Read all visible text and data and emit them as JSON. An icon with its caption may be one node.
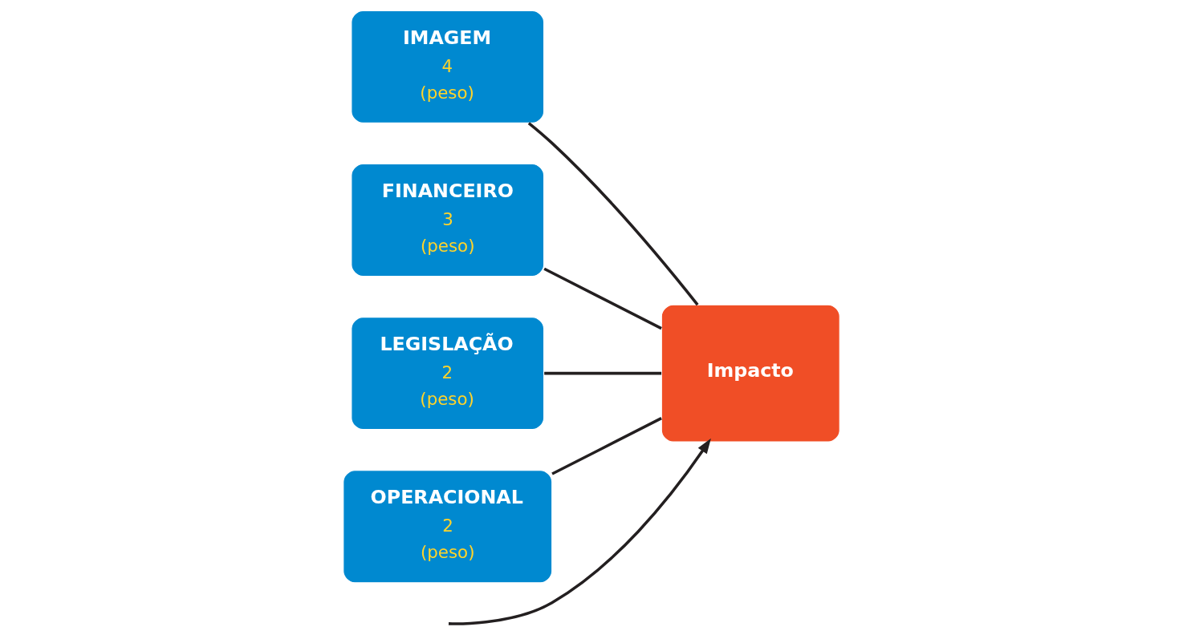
{
  "diagram": {
    "nodes": [
      {
        "text": [
          "IMAGEM",
          "4",
          "(peso)"
        ]
      },
      {
        "text": [
          "FINANCEIRO",
          "3",
          "(peso)"
        ]
      },
      {
        "text": [
          "LEGISLAÇÃO",
          "2",
          "(peso)"
        ]
      },
      {
        "text": [
          "OPERACIONAL",
          "2",
          "(peso)"
        ]
      },
      {
        "text": [
          "Impacto"
        ]
      }
    ],
    "edges": [
      {
        "from": null,
        "to": 4,
        "arrow": "to"
      },
      {
        "from": 0,
        "to": 4,
        "arrow": "none"
      },
      {
        "from": 1,
        "to": 4,
        "arrow": "none"
      },
      {
        "from": 2,
        "to": 4,
        "arrow": "none"
      },
      {
        "from": 3,
        "to": 4,
        "arrow": "none"
      }
    ]
  }
}
